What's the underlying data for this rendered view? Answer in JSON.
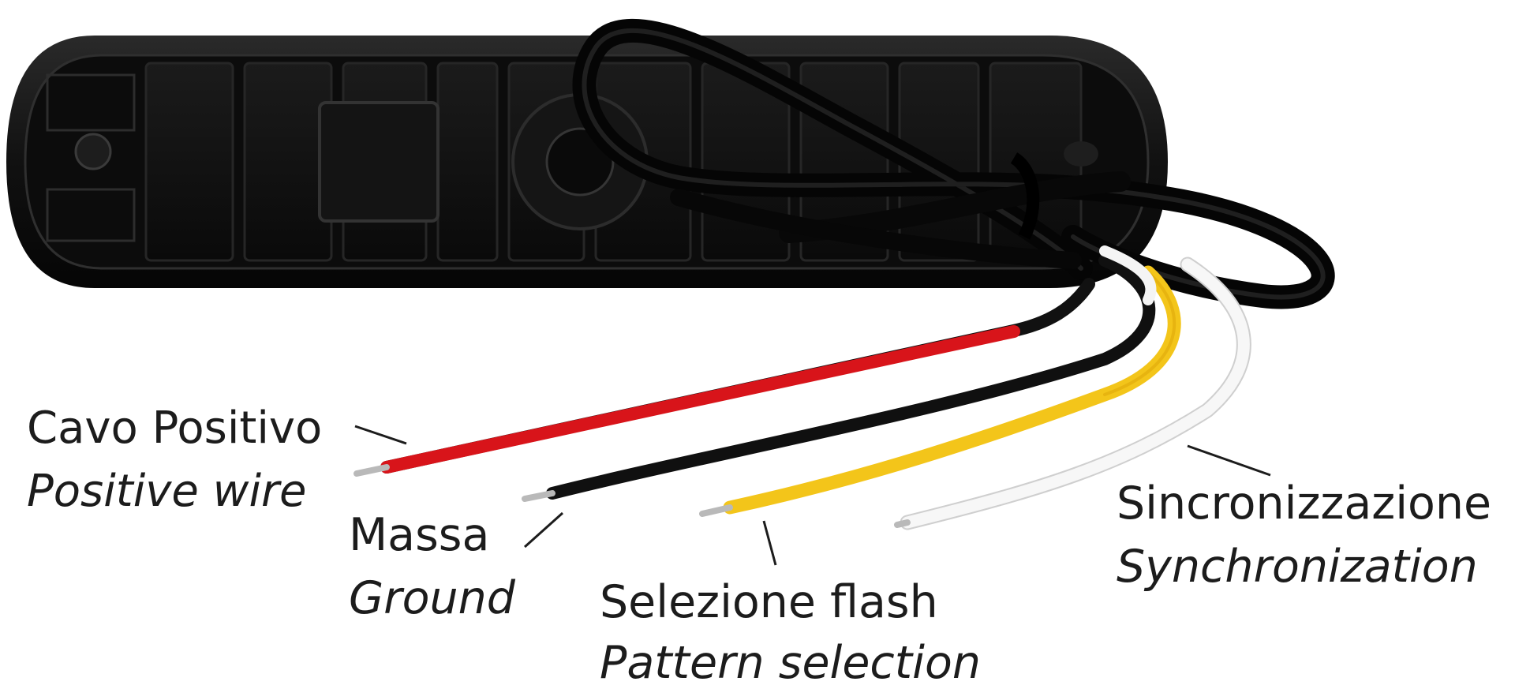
{
  "labels": {
    "positive": {
      "it": "Cavo Positivo",
      "en": "Positive wire"
    },
    "ground": {
      "it": "Massa",
      "en": "Ground"
    },
    "pattern": {
      "it": "Selezione flash",
      "en": "Pattern selection"
    },
    "sync": {
      "it": "Sincronizzazione",
      "en": "Synchronization"
    }
  },
  "colors": {
    "housing": "#0f0f0f",
    "wire_red": "#d8141a",
    "wire_black": "#111111",
    "wire_yellow": "#f3c51a",
    "wire_white": "#f4f4f4",
    "leader": "#1c1c1c"
  },
  "icons": [
    "light-module-housing",
    "wire-loop",
    "cable-tie"
  ]
}
